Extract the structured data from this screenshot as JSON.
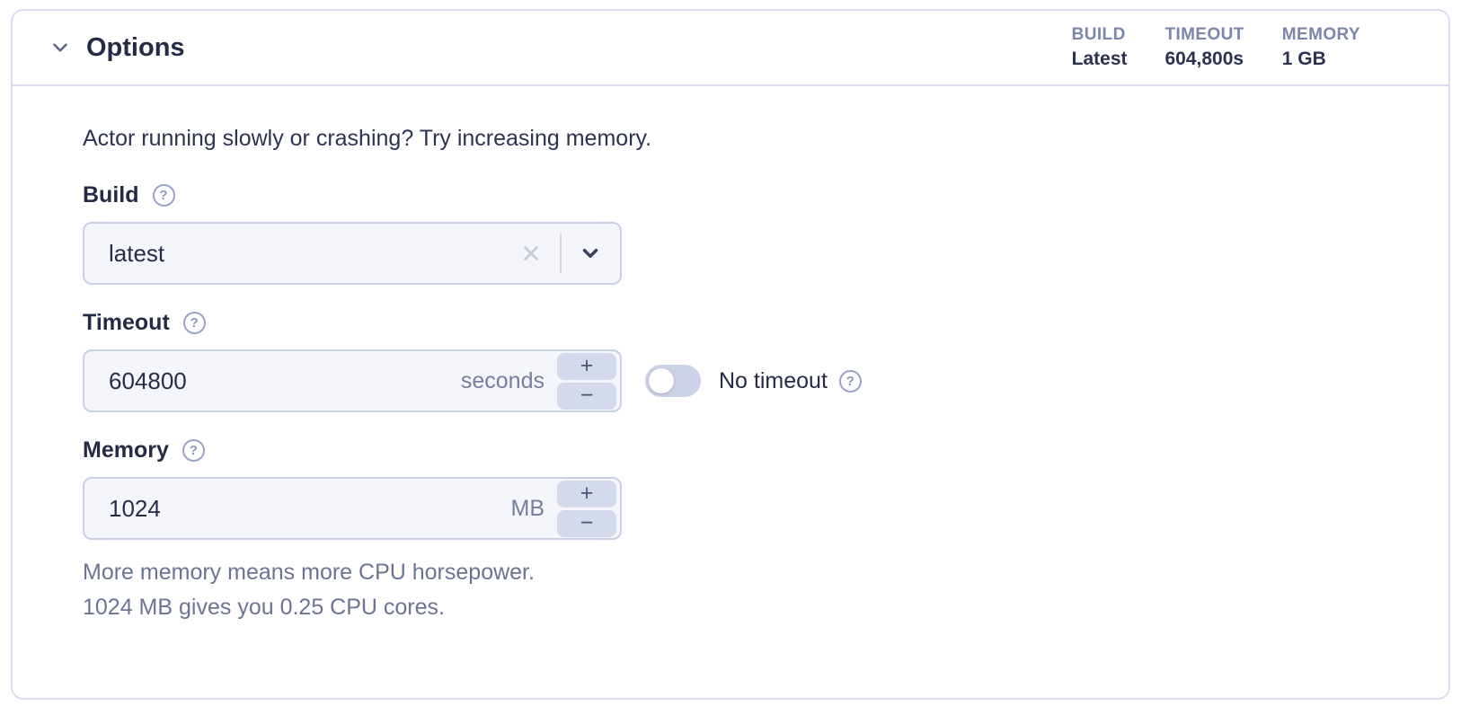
{
  "panel": {
    "title": "Options",
    "header_stats": [
      {
        "label": "BUILD",
        "value": "Latest"
      },
      {
        "label": "TIMEOUT",
        "value": "604,800s"
      },
      {
        "label": "MEMORY",
        "value": "1 GB"
      }
    ],
    "intro": "Actor running slowly or crashing? Try increasing memory.",
    "build": {
      "label": "Build",
      "value": "latest"
    },
    "timeout": {
      "label": "Timeout",
      "value": "604800",
      "unit": "seconds",
      "toggle_label": "No timeout",
      "toggle_state": "off"
    },
    "memory": {
      "label": "Memory",
      "value": "1024",
      "unit": "MB",
      "helper_line1": "More memory means more CPU horsepower.",
      "helper_line2": "1024 MB gives you 0.25 CPU cores."
    }
  },
  "icons": {
    "question": "?",
    "plus": "+",
    "minus": "−"
  },
  "colors": {
    "panel_border": "#d9ddef",
    "text_dark": "#262b45",
    "stat_label": "#7d86a9",
    "helper_text": "#6c7492",
    "input_bg": "#f5f6fb",
    "input_border": "#cad0e4",
    "stepper_bg": "#d4d9eb",
    "toggle_track": "#ccd2e7"
  }
}
